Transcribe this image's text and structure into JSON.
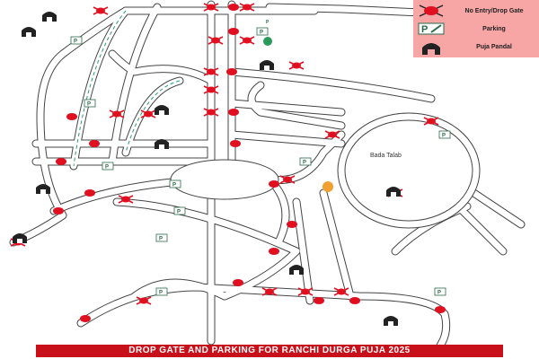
{
  "legend": {
    "items": [
      {
        "label": "No Entry/Drop Gate",
        "icon": "no-entry-gate-icon"
      },
      {
        "label": "Parking",
        "icon": "parking-icon"
      },
      {
        "label": "Puja Pandal",
        "icon": "pandal-icon"
      }
    ]
  },
  "map": {
    "lake_label": "Bada Talab",
    "parking_label": "P"
  },
  "title": "DROP GATE AND PARKING FOR RANCHI DURGA PUJA 2025",
  "colors": {
    "gate": "#e01020",
    "legend_bg": "#f7a5a5",
    "title_bg": "#c8101a",
    "route": "#2a9a7a"
  }
}
